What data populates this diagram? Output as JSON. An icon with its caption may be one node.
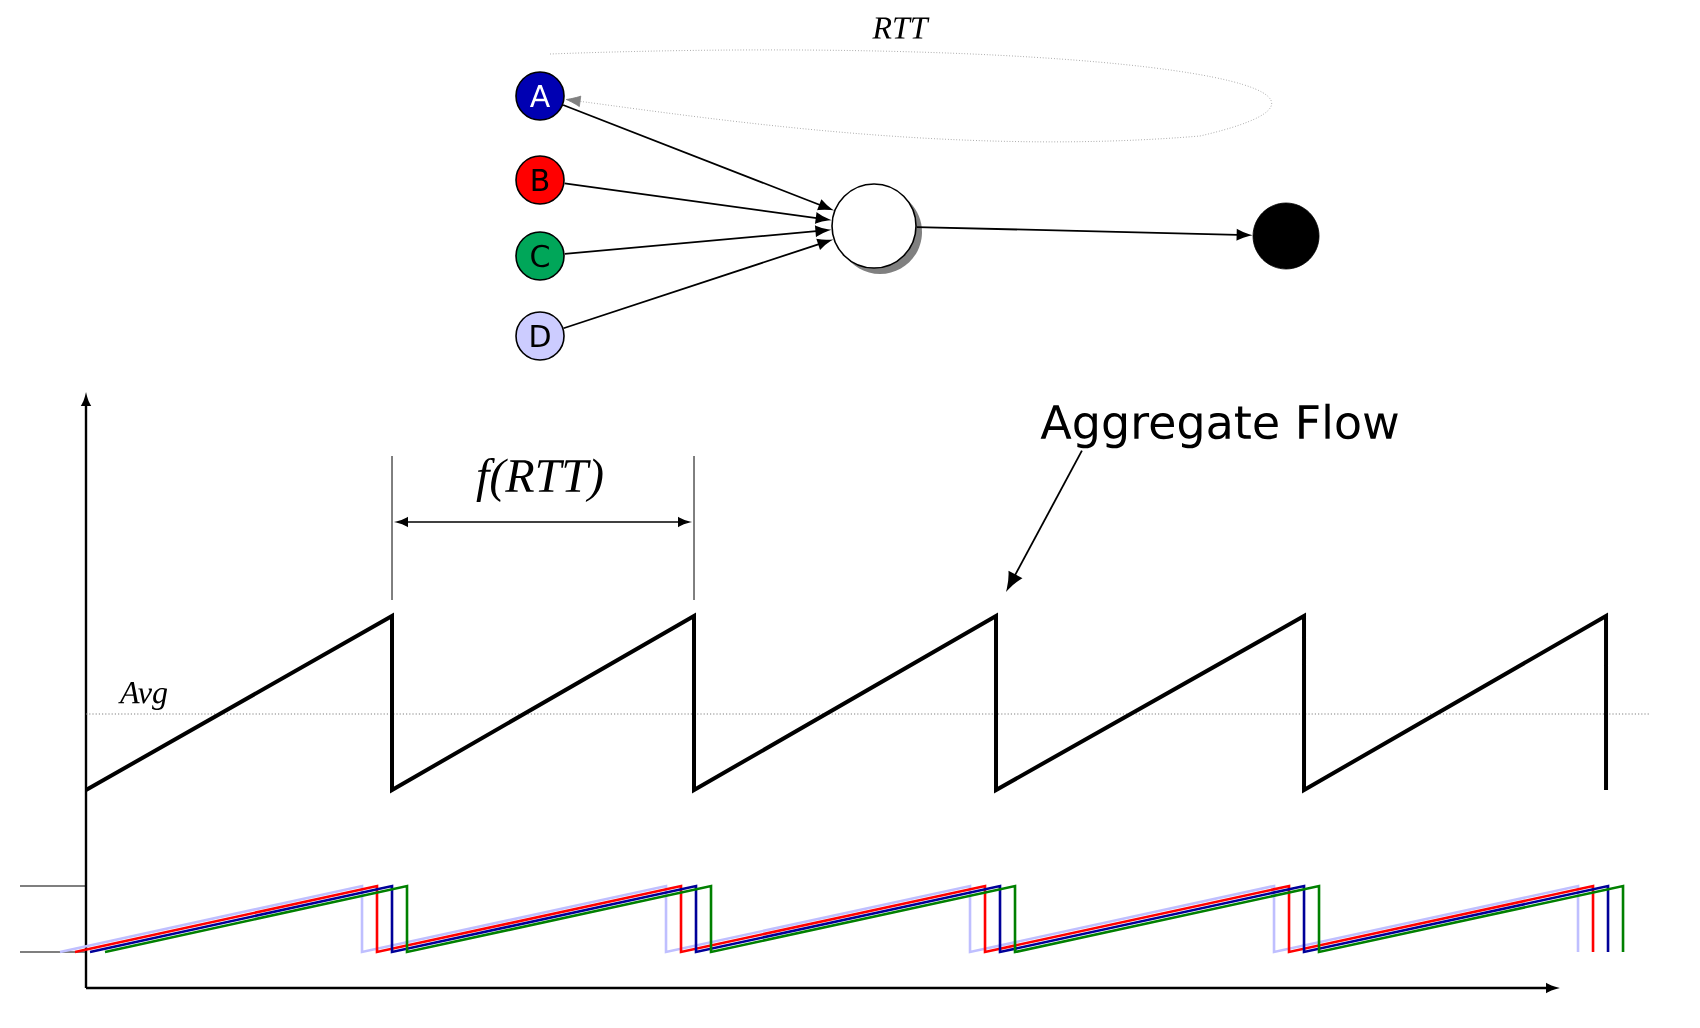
{
  "diagram": {
    "nodes": [
      {
        "text": [
          "A"
        ]
      },
      {
        "text": [
          "B"
        ]
      },
      {
        "text": [
          "C"
        ]
      },
      {
        "text": [
          "D"
        ]
      },
      {
        "text": [],
        "shape": "circle"
      },
      {
        "text": [],
        "shape": "circle"
      },
      {
        "text": [
          "Aggregate Flow"
        ]
      }
    ],
    "edges": [
      {
        "from": 0,
        "to": 4,
        "arrow": "to"
      },
      {
        "from": 1,
        "to": 4,
        "arrow": "to"
      },
      {
        "from": 2,
        "to": 4,
        "arrow": "to"
      },
      {
        "from": 3,
        "to": 4,
        "arrow": "to"
      },
      {
        "from": 4,
        "to": 5,
        "arrow": "to"
      },
      {
        "from": null,
        "to": 0,
        "arrow": "to",
        "style": "dashed",
        "color": "#808080"
      },
      {
        "from": 6,
        "to": null,
        "arrow": "to"
      }
    ],
    "labels": [
      "RTT",
      "f(RTT)",
      "Avg"
    ]
  }
}
